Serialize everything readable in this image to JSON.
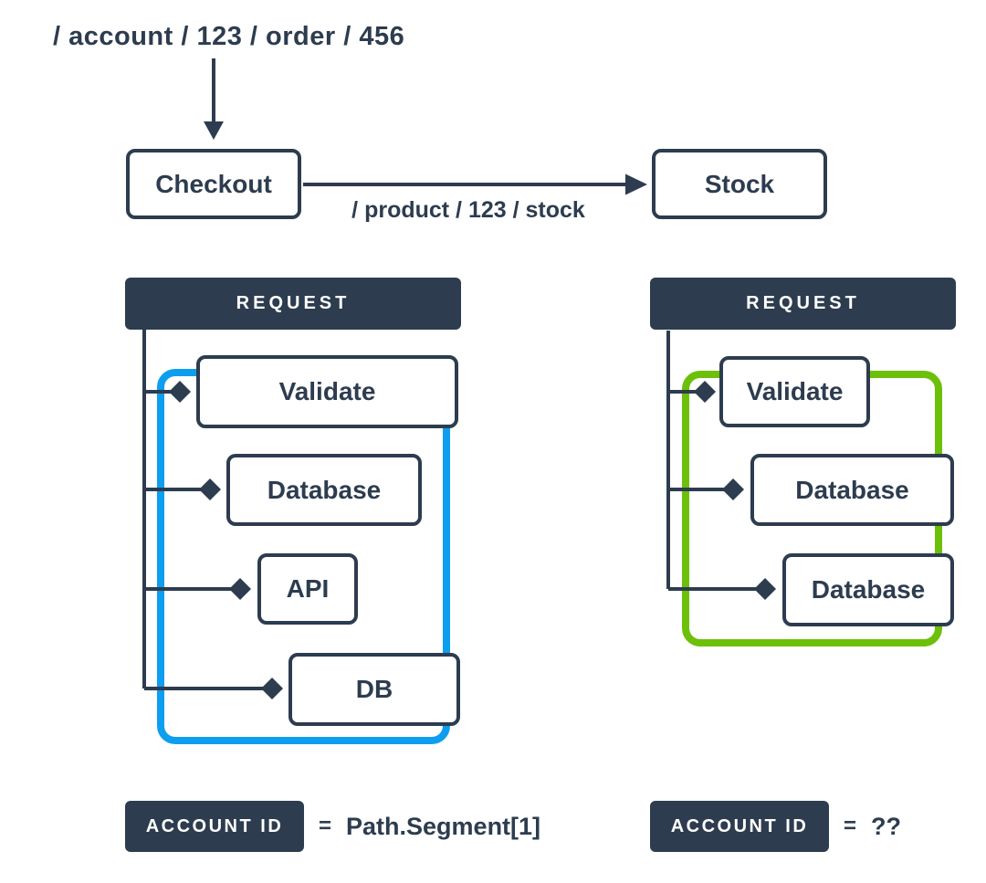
{
  "colors": {
    "background": "#ffffff",
    "dark": "#2d3c4f",
    "blue": "#0d9ef0",
    "green": "#6cc00a",
    "box-bg": "#ffffff"
  },
  "top": {
    "path_label": "/ account / 123 / order / 456"
  },
  "services": {
    "checkout": "Checkout",
    "stock": "Stock",
    "arrow_label": "/ product / 123 / stock"
  },
  "left_request": {
    "header": "REQUEST",
    "highlight_color": "#0d9ef0",
    "steps": [
      "Validate",
      "Database",
      "API",
      "DB"
    ]
  },
  "right_request": {
    "header": "REQUEST",
    "highlight_color": "#6cc00a",
    "steps": [
      "Validate",
      "Database",
      "Database"
    ]
  },
  "footer": {
    "left": {
      "badge": "ACCOUNT ID",
      "equals": "=",
      "value": "Path.Segment[1]"
    },
    "right": {
      "badge": "ACCOUNT ID",
      "equals": "=",
      "value": "??"
    }
  }
}
